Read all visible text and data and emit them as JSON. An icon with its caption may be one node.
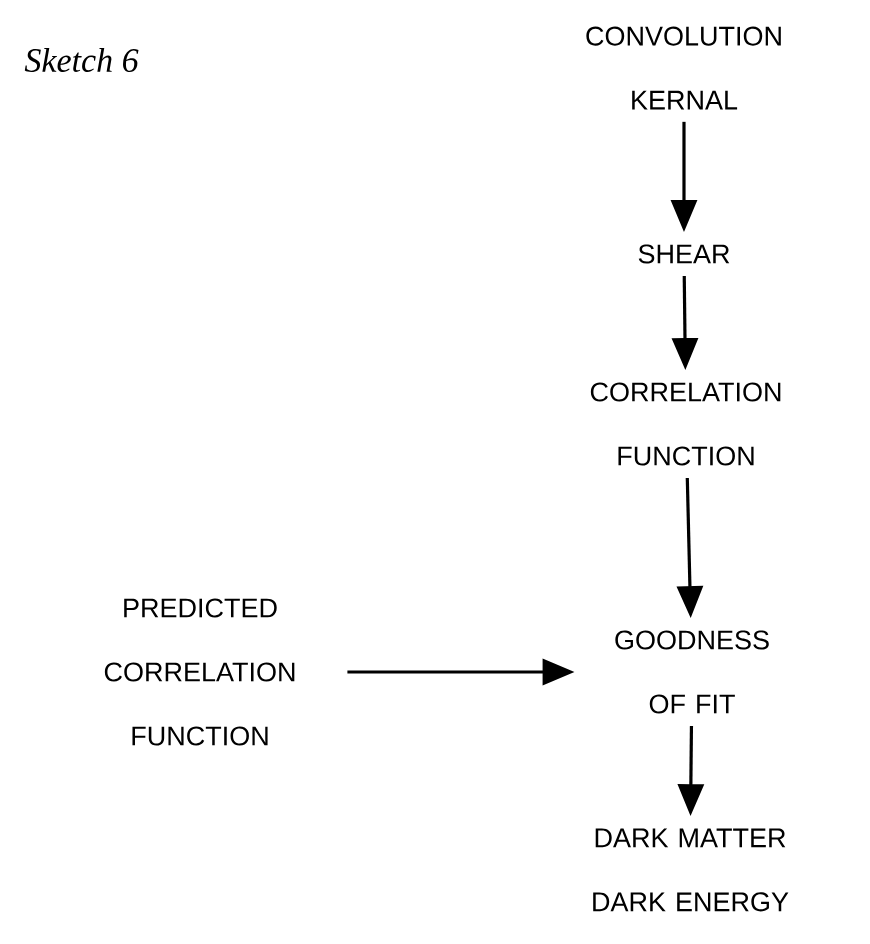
{
  "diagram": {
    "title": "Sketch 6",
    "nodes": [
      {
        "text": [
          "CONVOLUTION KERNAL"
        ]
      },
      {
        "text": [
          "SHEAR"
        ]
      },
      {
        "text": [
          "CORRELATION FUNCTION"
        ]
      },
      {
        "text": [
          "PREDICTED CORRELATION FUNCTION"
        ]
      },
      {
        "text": [
          "GOODNESS OF FIT"
        ]
      },
      {
        "text": [
          "DARK MATTER DARK ENERGY"
        ]
      }
    ],
    "edges": [
      {
        "from": 0,
        "to": 1,
        "arrow": "to"
      },
      {
        "from": 1,
        "to": 2,
        "arrow": "to"
      },
      {
        "from": 2,
        "to": 4,
        "arrow": "to"
      },
      {
        "from": 3,
        "to": 4,
        "arrow": "to"
      },
      {
        "from": 4,
        "to": 5,
        "arrow": "to"
      }
    ]
  }
}
